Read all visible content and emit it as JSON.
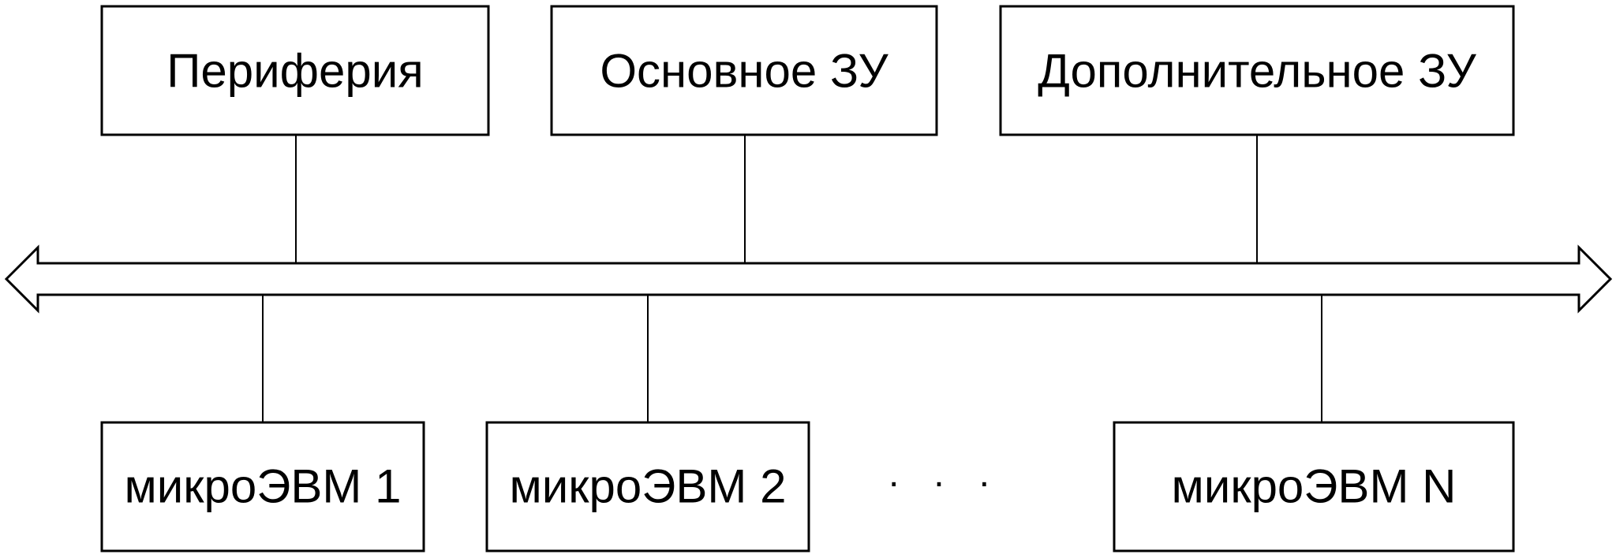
{
  "top_blocks": {
    "periphery": "Периферия",
    "main_memory": "Основное ЗУ",
    "additional_memory": "Дополнительное ЗУ"
  },
  "bottom_blocks": {
    "micro_1": "микроЭВМ 1",
    "micro_2": "микроЭВМ 2",
    "micro_n": "микроЭВМ N"
  },
  "ellipsis": "· · ·",
  "colors": {
    "stroke": "#000000",
    "background": "#ffffff"
  }
}
